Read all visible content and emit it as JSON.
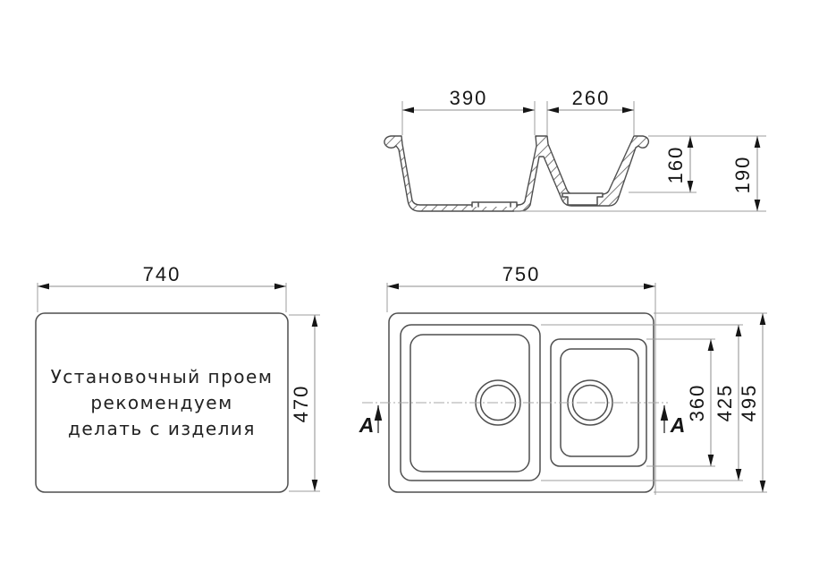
{
  "drawing": {
    "background": "#ffffff",
    "colors": {
      "outline": "#4f4f4f",
      "thin_line": "#9e9e9e",
      "dimension_text": "#161616"
    },
    "section_view": {
      "dim_left_bowl_width": "390",
      "dim_right_bowl_width": "260",
      "dim_right_bowl_depth": "160",
      "dim_total_depth": "190"
    },
    "cutout_view": {
      "dim_width": "740",
      "dim_height": "470",
      "note_line1": "Установочный проем",
      "note_line2": "рекомендуем",
      "note_line3": "делать с изделия"
    },
    "plan_view": {
      "dim_width": "750",
      "dim_small_bowl_length": "360",
      "dim_large_bowl_length": "425",
      "dim_overall_length": "495",
      "section_label_left": "A",
      "section_label_right": "A"
    }
  }
}
